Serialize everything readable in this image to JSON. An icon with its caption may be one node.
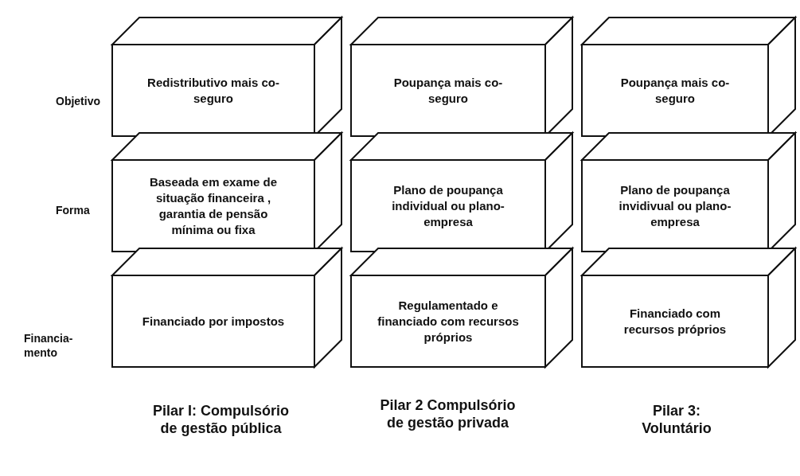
{
  "diagram": {
    "nodes": [
      {
        "text": [
          "Redistributivo mais co-seguro"
        ]
      },
      {
        "text": [
          "Poupança mais co-seguro"
        ]
      },
      {
        "text": [
          "Poupança mais co-seguro"
        ]
      },
      {
        "text": [
          "Baseada em exame de situação financeira , garantia de pensão mínima ou fixa"
        ]
      },
      {
        "text": [
          "Plano de poupança individual ou plano-empresa"
        ]
      },
      {
        "text": [
          "Plano de poupança invidivual ou plano-empresa"
        ]
      },
      {
        "text": [
          "Financiado por impostos"
        ]
      },
      {
        "text": [
          "Regulamentado e financiado com recursos próprios"
        ]
      },
      {
        "text": [
          "Financiado com recursos próprios"
        ]
      }
    ],
    "edges": [],
    "labels": [
      "Objetivo",
      "Forma",
      "Financia- mento",
      "Pilar I: Compulsório de gestão pública",
      "Pilar 2 Compulsório de gestão privada",
      "Pilar 3: Voluntário"
    ]
  }
}
